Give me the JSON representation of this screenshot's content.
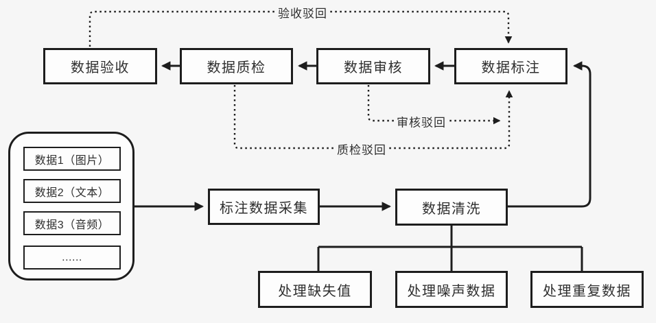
{
  "diagram": {
    "nodes": {
      "acceptance": "数据验收",
      "quality_check": "数据质检",
      "review": "数据审核",
      "annotation": "数据标注",
      "collection": "标注数据采集",
      "cleaning": "数据清洗",
      "missing": "处理缺失值",
      "noise": "处理噪声数据",
      "duplicate": "处理重复数据"
    },
    "source_list": [
      "数据1（图片）",
      "数据2（文本）",
      "数据3（音频）",
      "......"
    ],
    "edge_labels": {
      "acceptance_reject": "验收驳回",
      "review_reject": "审核驳回",
      "quality_reject": "质检驳回"
    },
    "colors": {
      "line": "#1d1d1d",
      "text": "#2e2e2e",
      "background": "#f6f6f6",
      "node_background": "#fdfdfd"
    }
  }
}
